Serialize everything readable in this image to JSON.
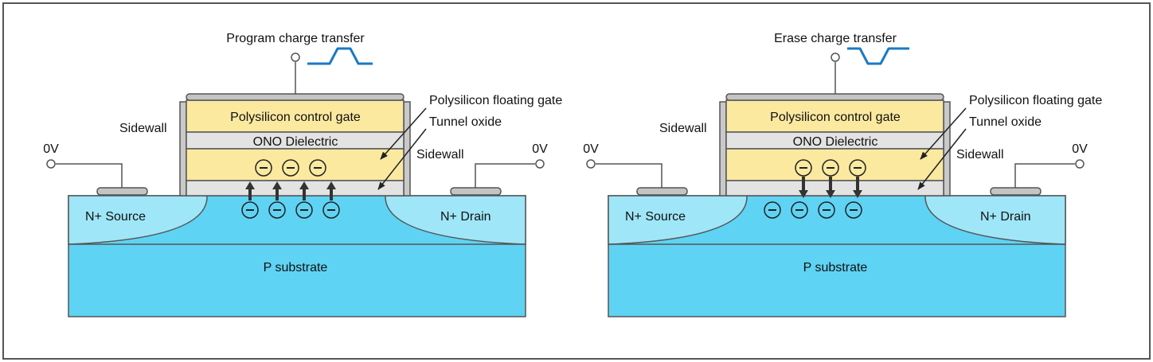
{
  "colors": {
    "frame": "#555555",
    "substrate": "#5fd3f3",
    "doped_region": "#9fe6f8",
    "gate_poly": "#fbe9a0",
    "dielectric": "#e3e3e3",
    "sidewall": "#c9c9c9",
    "contact": "#c4c4c4",
    "waveform": "#1a7ac4",
    "arrow": "#333333"
  },
  "panels": [
    {
      "id": "program",
      "title": "Program charge transfer",
      "labels": {
        "control_gate": "Polysilicon control gate",
        "dielectric": "ONO Dielectric",
        "floating_gate": "Polysilicon floating gate",
        "tunnel_oxide": "Tunnel oxide",
        "sidewall_left": "Sidewall",
        "sidewall_right": "Sidewall",
        "source": "N+ Source",
        "drain": "N+ Drain",
        "substrate": "P substrate",
        "voltage_left": "0V",
        "voltage_right": "0V"
      },
      "electron_symbol": "⊖",
      "electrons_gate": 3,
      "electrons_channel": 4,
      "transfer_direction": "up",
      "waveform": "pulse-high"
    },
    {
      "id": "erase",
      "title": "Erase charge transfer",
      "labels": {
        "control_gate": "Polysilicon control gate",
        "dielectric": "ONO Dielectric",
        "floating_gate": "Polysilicon floating gate",
        "tunnel_oxide": "Tunnel oxide",
        "sidewall_left": "Sidewall",
        "sidewall_right": "Sidewall",
        "source": "N+ Source",
        "drain": "N+ Drain",
        "substrate": "P substrate",
        "voltage_left": "0V",
        "voltage_right": "0V"
      },
      "electron_symbol": "⊖",
      "electrons_gate": 3,
      "electrons_channel": 4,
      "transfer_direction": "down",
      "waveform": "pulse-low"
    }
  ]
}
